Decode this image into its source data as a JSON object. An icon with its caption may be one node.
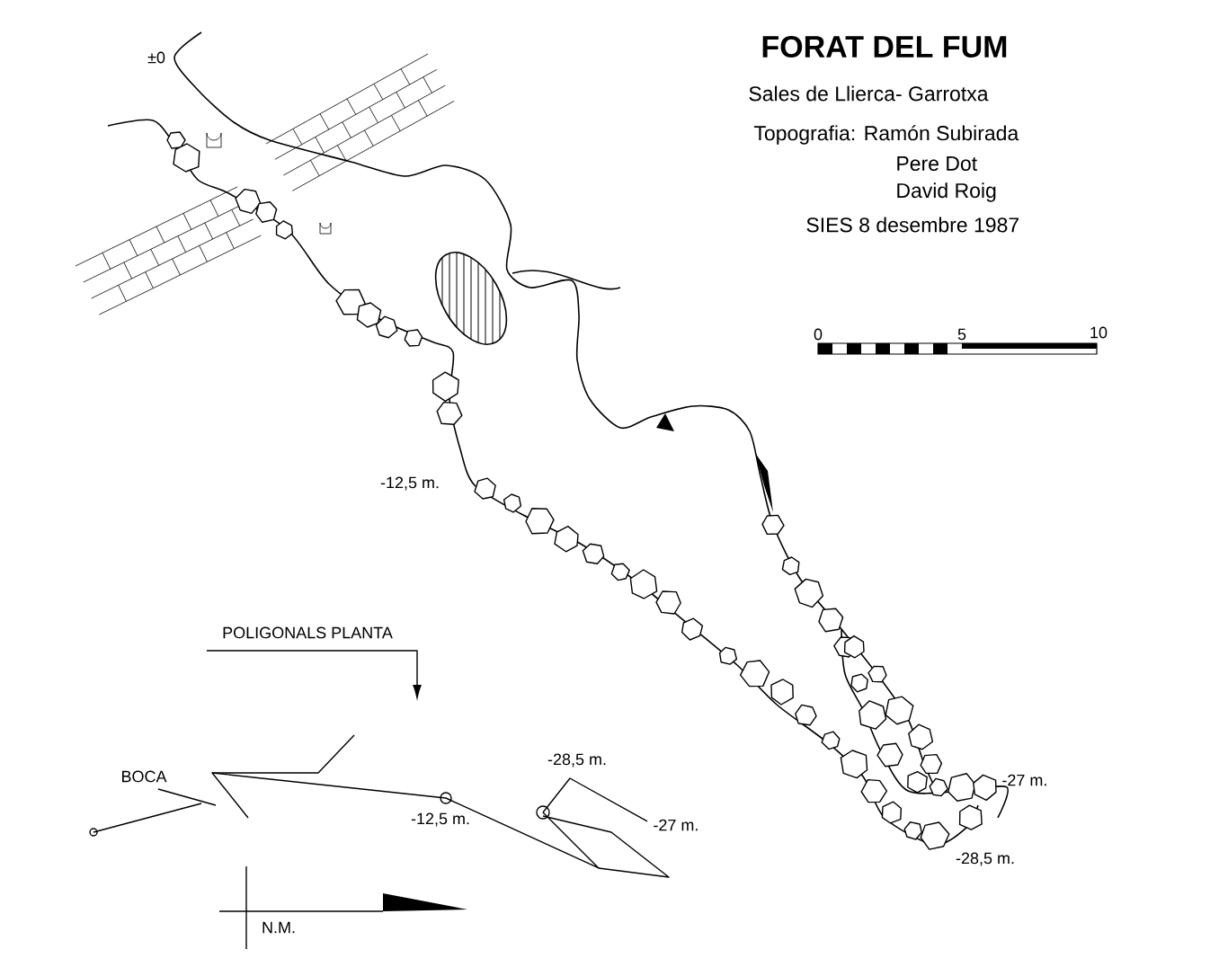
{
  "diagram": {
    "title": "FORAT DEL FUM",
    "labels": [
      "Sales de Llierca- Garrotxa",
      "Topografia: Ramón Subirada",
      "Pere Dot",
      "David Roig",
      "SIES   8 desembre 1987",
      "0",
      "5",
      "10",
      "±0",
      "-12,5 m.",
      "-27 m.",
      "-28,5 m.",
      "POLIGONALS PLANTA",
      "BOCA",
      "-12,5 m.",
      "-28,5 m.",
      "-27 m.",
      "N.M."
    ]
  }
}
